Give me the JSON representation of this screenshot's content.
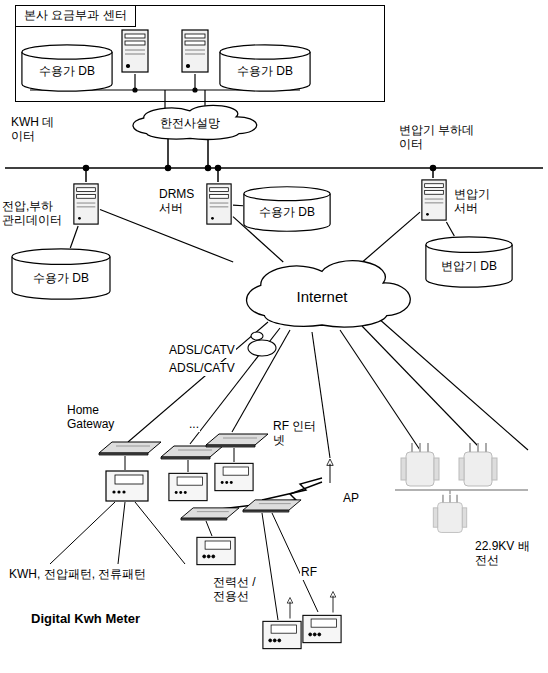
{
  "diagram": {
    "nodes": [
      {
        "text": [
          "본사 요금부과 센터"
        ]
      },
      {
        "text": [
          "수용가 DB"
        ],
        "in": 0
      },
      {
        "text": [
          "수용가 DB"
        ],
        "in": 0
      },
      {
        "text": [
          "한전사설망"
        ]
      },
      {
        "text": [
          "전압,부하 관리데이터"
        ]
      },
      {
        "text": [
          "DRMS 서버"
        ]
      },
      {
        "text": [
          "변압기 서버"
        ]
      },
      {
        "text": [
          "수용가 DB"
        ]
      },
      {
        "text": [
          "수용가 DB"
        ]
      },
      {
        "text": [
          "변압기 DB"
        ]
      },
      {
        "text": [
          "Internet"
        ]
      }
    ],
    "edges": [
      {
        "from": 4,
        "to": 7,
        "arrow": "none"
      },
      {
        "from": 5,
        "to": 8,
        "arrow": "none"
      },
      {
        "from": 6,
        "to": 9,
        "arrow": "none"
      },
      {
        "from": 4,
        "to": 10,
        "arrow": "none"
      },
      {
        "from": 5,
        "to": 10,
        "arrow": "none"
      },
      {
        "from": 6,
        "to": 10,
        "arrow": "none"
      }
    ],
    "labels": [
      "KWH 데이터",
      "변압기 부하데이터",
      "ADSL/CATV",
      "ADSL/CATV",
      "Home Gateway",
      "...",
      "RF 인터넷",
      "AP",
      "22.9KV 배전선",
      "KWH, 전압패턴, 전류패턴",
      "Digital Kwh Meter",
      "전력선 /전용선",
      "RF"
    ]
  }
}
